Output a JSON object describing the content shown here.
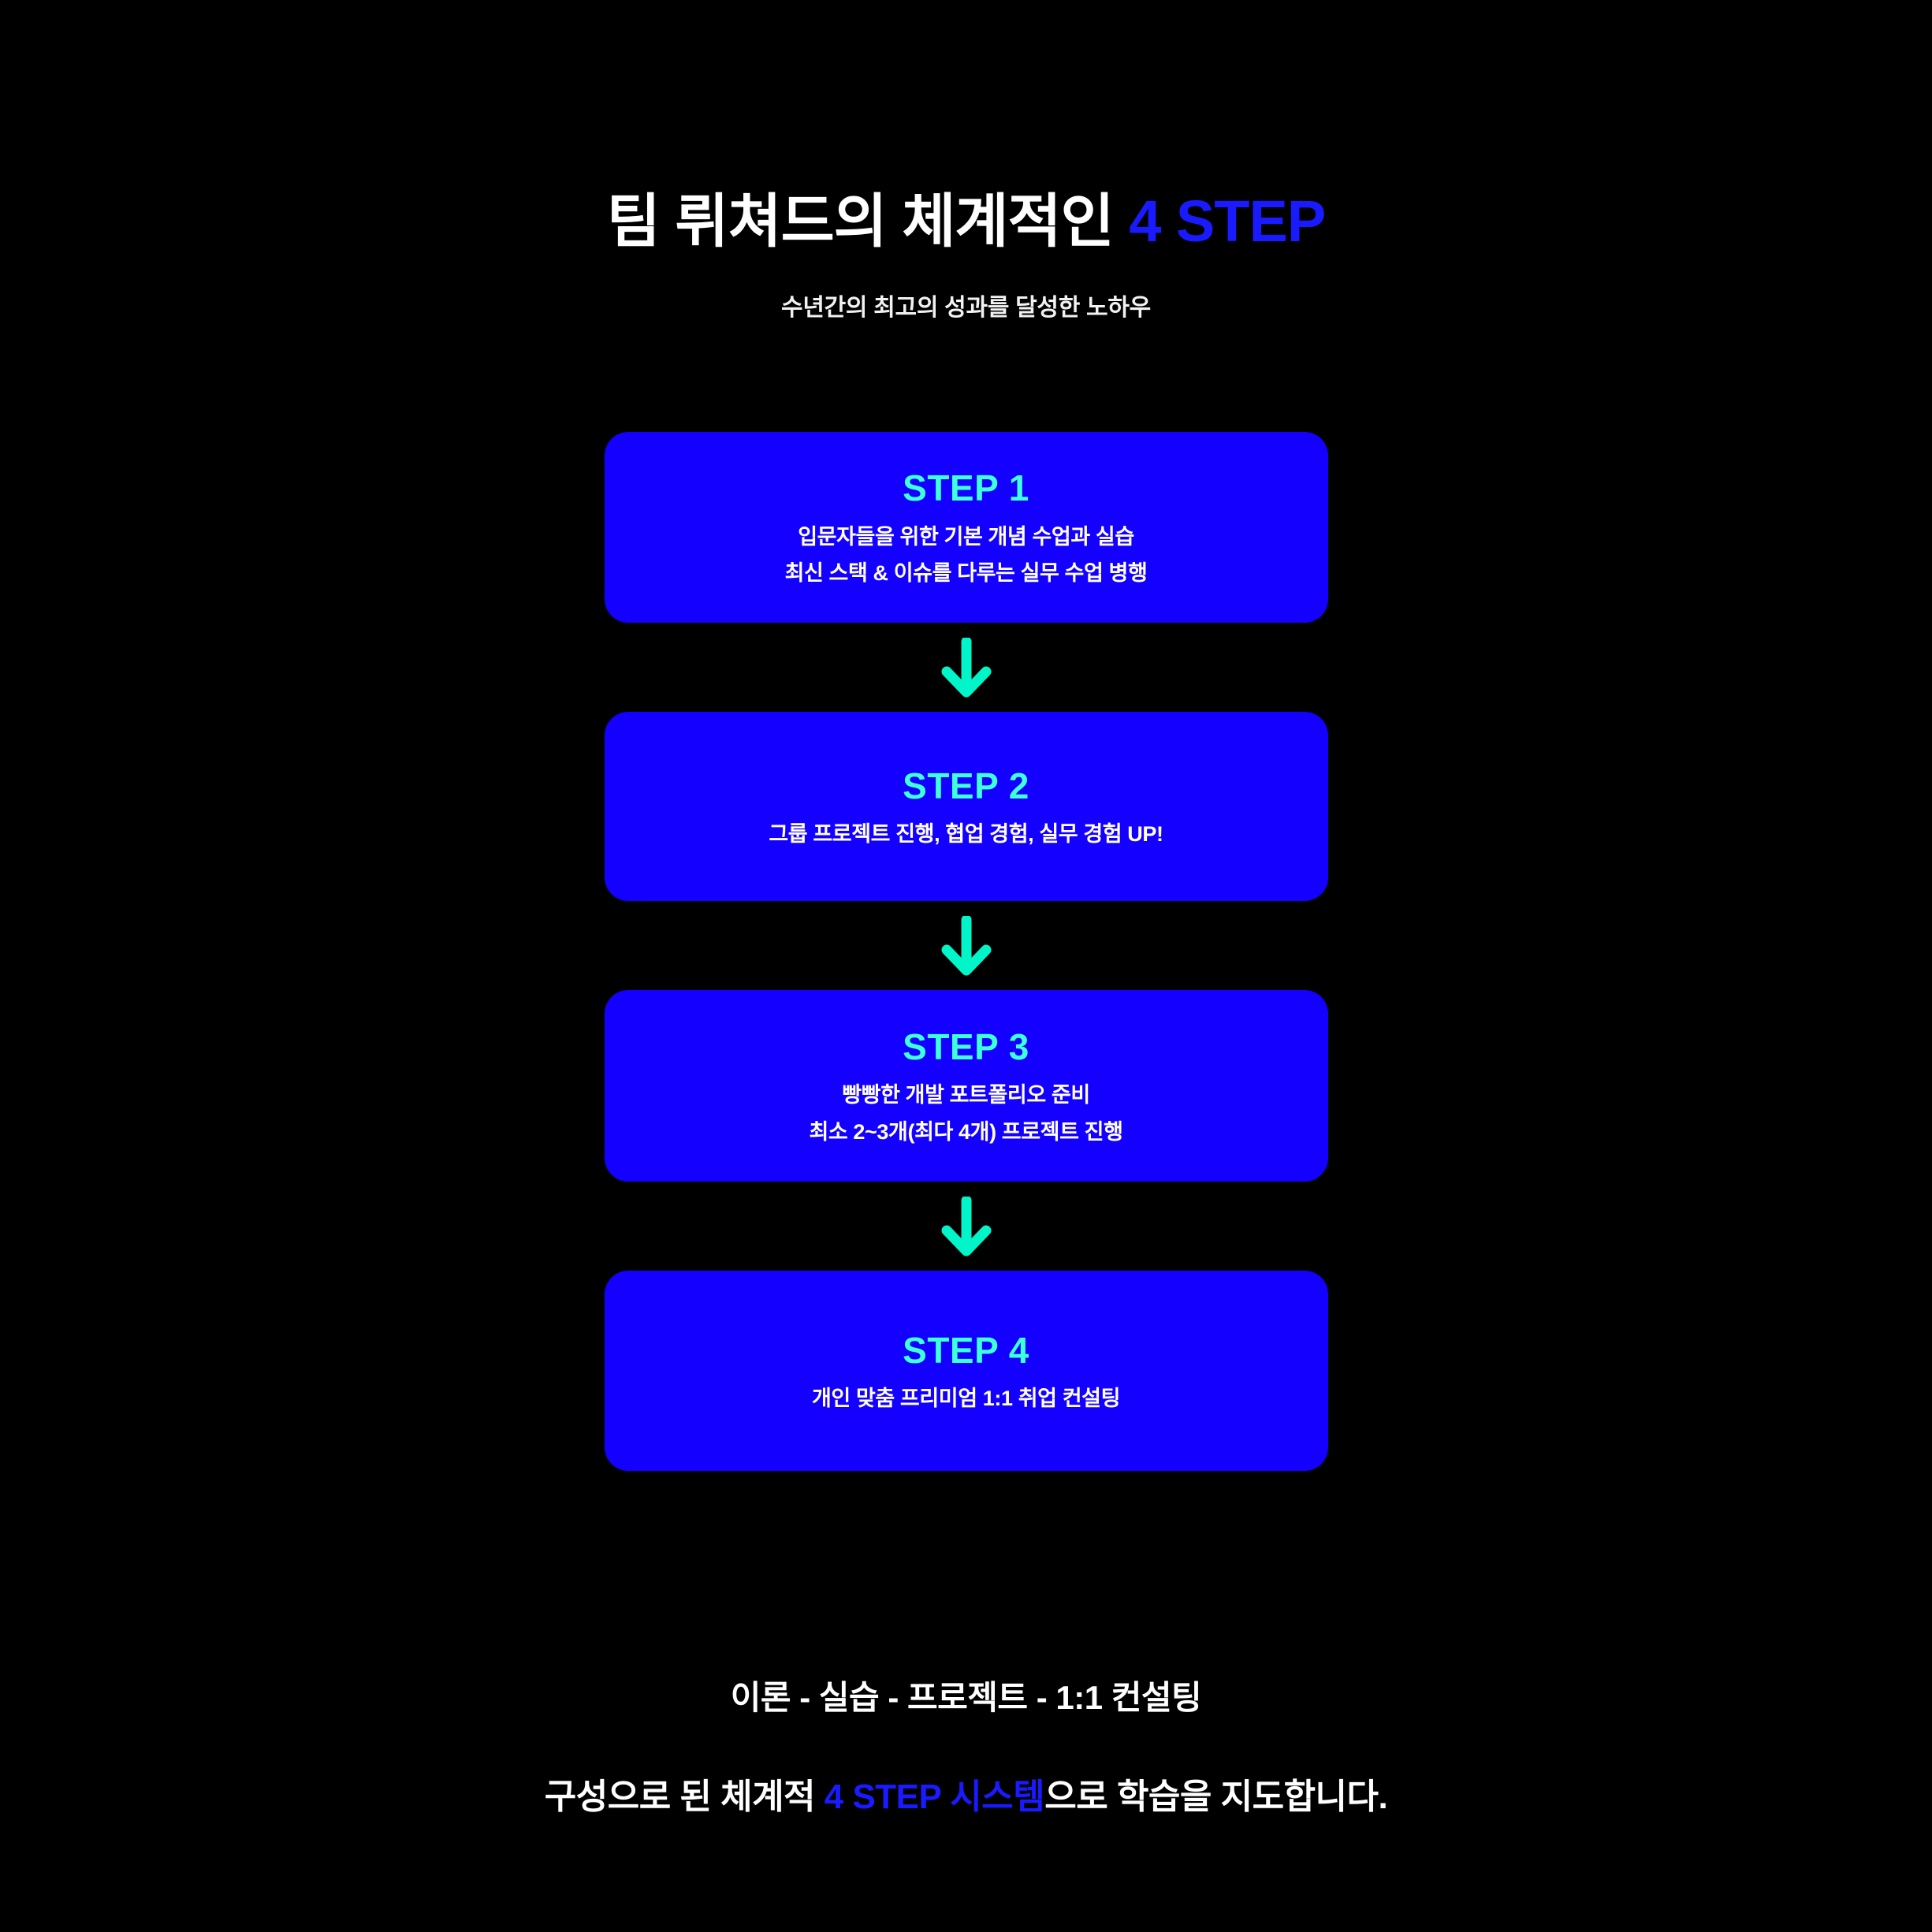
{
  "theme": {
    "background": "#000000",
    "card_blue": "#1400ff",
    "accent_blue": "#1a1aff",
    "accent_cyan": "#3dffd8",
    "text_white": "#ffffff"
  },
  "header": {
    "title_main": "팀 뤼쳐드의 체계적인 ",
    "title_accent": "4 STEP",
    "subtitle": "수년간의 최고의 성과를 달성한 노하우"
  },
  "flow": {
    "arrow_icon": "arrow-down-icon",
    "steps": [
      {
        "title": "STEP 1",
        "lines": [
          "입문자들을 위한 기본 개념 수업과 실습",
          "최신 스택 & 이슈를 다루는 실무 수업 병행"
        ]
      },
      {
        "title": "STEP 2",
        "lines": [
          "그룹 프로젝트 진행, 협업 경험, 실무 경험 UP!"
        ]
      },
      {
        "title": "STEP 3",
        "lines": [
          "빵빵한 개발 포트폴리오 준비",
          "최소 2~3개(최다 4개) 프로젝트 진행"
        ]
      },
      {
        "title": "STEP 4",
        "lines": [
          "개인 맞춤 프리미엄 1:1 취업 컨설팅"
        ]
      }
    ]
  },
  "footer": {
    "line1": "이론 - 실습 - 프로젝트 - 1:1 컨설팅",
    "line2_prefix": "구성으로 된 체계적 ",
    "line2_accent": "4 STEP 시스템",
    "line2_suffix": "으로 학습을 지도합니다."
  }
}
